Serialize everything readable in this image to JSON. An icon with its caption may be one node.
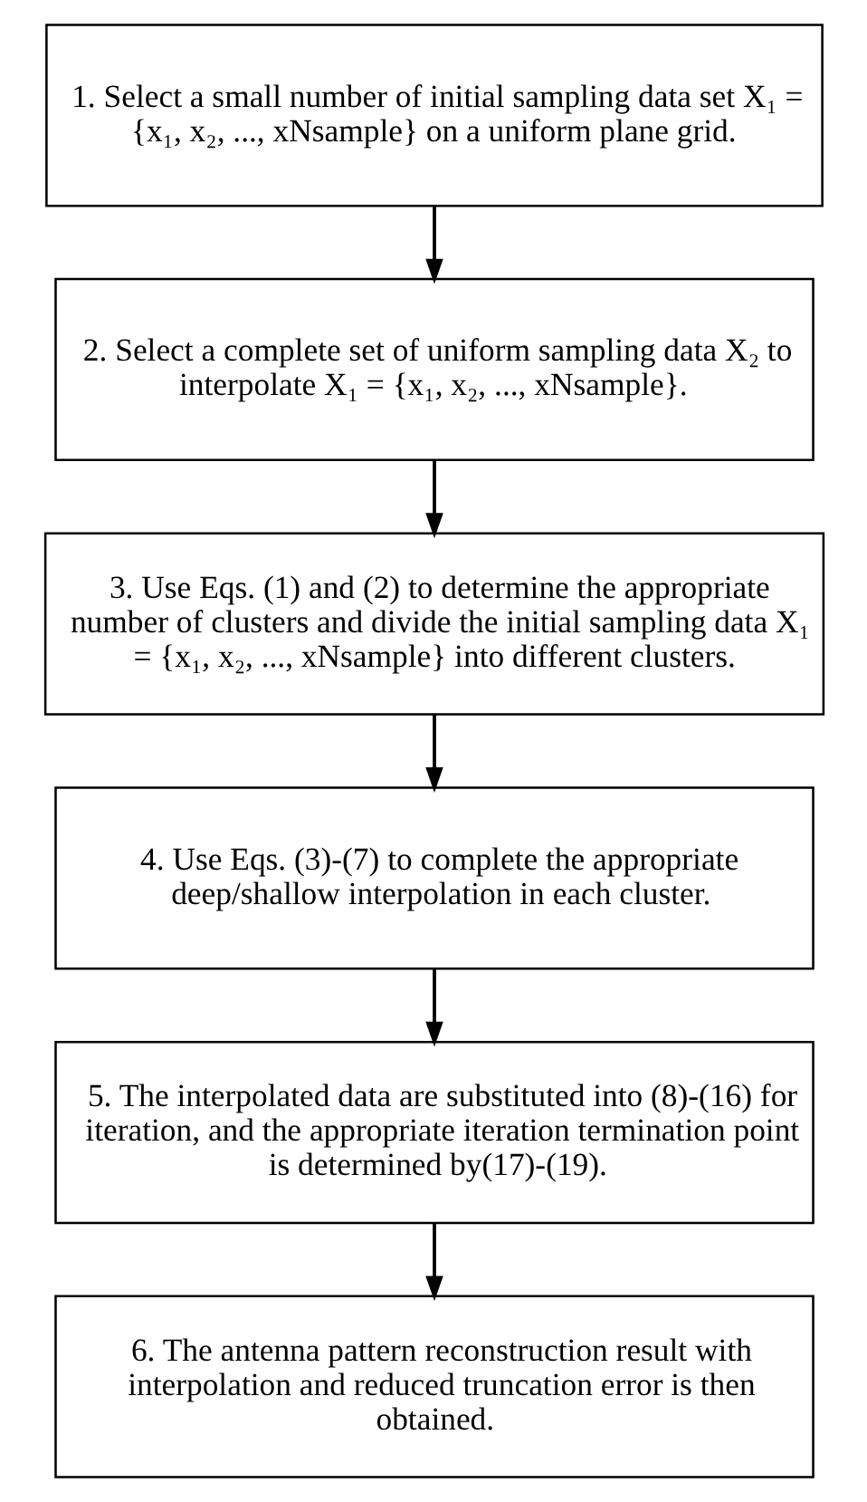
{
  "diagram": {
    "nodes": [
      {
        "text": [
          "1. Select a small number of initial sampling data set X₁ = {x₁, x₂, ..., xNsample} on a uniform plane grid."
        ]
      },
      {
        "text": [
          "2. Select a complete set of uniform sampling data X₂ to interpolate X₁ = {x₁, x₂, ..., xNsample}."
        ]
      },
      {
        "text": [
          "3. Use Eqs. (1) and (2) to determine the appropriate number of clusters and divide the initial sampling data X₁ = {x₁, x₂, ..., xNsample} into different clusters."
        ]
      },
      {
        "text": [
          "4. Use Eqs. (3)-(7) to complete the appropriate deep/shallow interpolation in each cluster."
        ]
      },
      {
        "text": [
          "5. The interpolated data are substituted into (8)-(16) for iteration, and the appropriate iteration termination point is determined by(17)-(19)."
        ]
      },
      {
        "text": [
          "6. The antenna pattern reconstruction result with interpolation and reduced truncation error is then obtained."
        ]
      }
    ],
    "edges": [
      {
        "from": 0,
        "to": 1,
        "arrow": "to"
      },
      {
        "from": 1,
        "to": 2,
        "arrow": "to"
      },
      {
        "from": 2,
        "to": 3,
        "arrow": "to"
      },
      {
        "from": 3,
        "to": 4,
        "arrow": "to"
      },
      {
        "from": 4,
        "to": 5,
        "arrow": "to"
      }
    ]
  }
}
